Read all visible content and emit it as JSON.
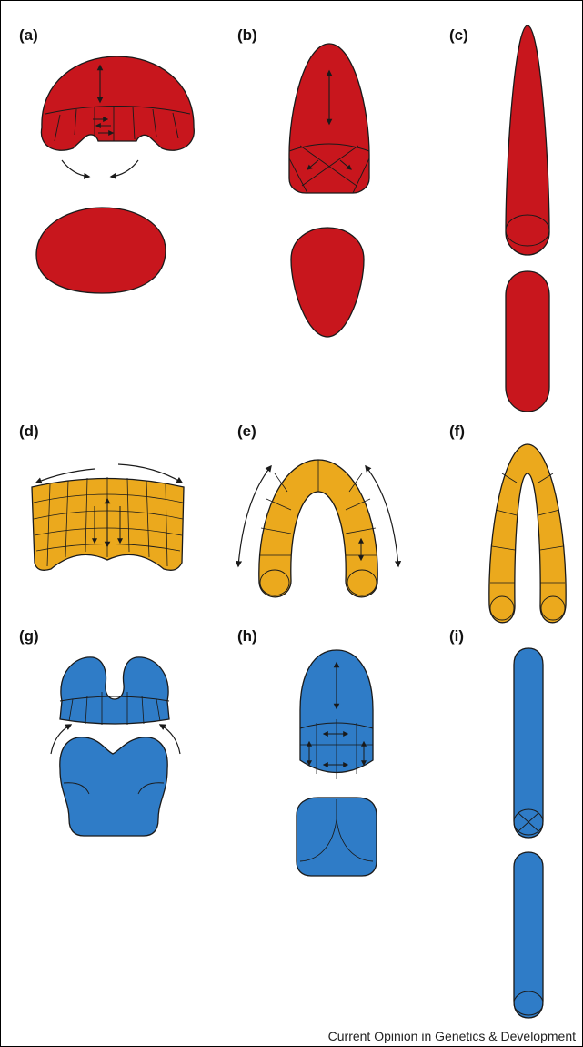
{
  "figure": {
    "panels": [
      {
        "id": "a",
        "label": "(a)"
      },
      {
        "id": "b",
        "label": "(b)"
      },
      {
        "id": "c",
        "label": "(c)"
      },
      {
        "id": "d",
        "label": "(d)"
      },
      {
        "id": "e",
        "label": "(e)"
      },
      {
        "id": "f",
        "label": "(f)"
      },
      {
        "id": "g",
        "label": "(g)"
      },
      {
        "id": "h",
        "label": "(h)"
      },
      {
        "id": "i",
        "label": "(i)"
      }
    ],
    "caption": "Current Opinion in Genetics & Development"
  },
  "colors": {
    "red": "#c8161d",
    "yellow": "#eba91d",
    "blue": "#2f7cc7",
    "outline": "#1a1a1a"
  }
}
